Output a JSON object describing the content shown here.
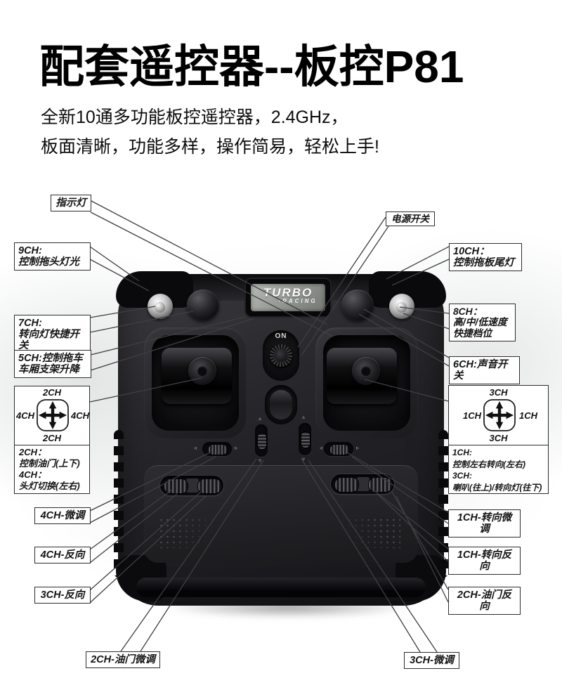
{
  "page": {
    "title": "配套遥控器--板控P81",
    "subtitle1": "全新10通多功能板控遥控器，2.4GHz，",
    "subtitle2": "板面清晰，功能多样，操作简易，轻松上手!"
  },
  "device": {
    "brand_top": "TURBO",
    "brand_bottom": "·RACING",
    "power_label": "ON"
  },
  "callouts": {
    "indicator": "指示灯",
    "ch9": "9CH:\n控制拖头灯光",
    "ch7": "7CH:\n转向灯快捷开关",
    "ch5": "5CH:控制拖车\n车厢支架升降",
    "power": "电源开关",
    "ch10": "10CH：\n控制拖板尾灯",
    "ch8": "8CH：\n高/中/低速度\n快捷档位",
    "ch6": "6CH:声音开关",
    "trim4": "4CH-微调",
    "rev4": "4CH-反向",
    "rev3": "3CH-反向",
    "trim2": "2CH-油门微调",
    "trim1": "1CH-转向微调",
    "rev1": "1CH-转向反向",
    "rev2": "2CH-油门反向",
    "trim3": "3CH-微调"
  },
  "cross_left": {
    "top": "2CH",
    "left": "4CH",
    "right": "4CH",
    "bottom": "2CH",
    "desc": "2CH：\n控制油门(上下)\n4CH：\n头灯切换(左右)"
  },
  "cross_right": {
    "top": "3CH",
    "left": "1CH",
    "right": "1CH",
    "bottom": "3CH",
    "desc": "1CH:\n控制左右转向(左右)\n3CH:\n喇叭(往上)/转向灯(往下)"
  }
}
